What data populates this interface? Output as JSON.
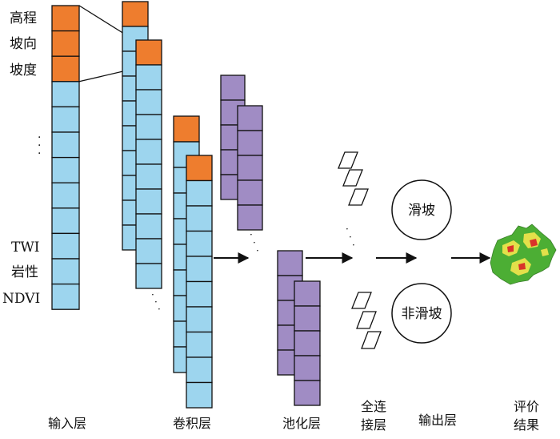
{
  "colors": {
    "input_cell": "#9dd5ee",
    "highlight_cell": "#ee7d2e",
    "pool_cell": "#a08cc4",
    "stroke": "#111111",
    "map_green": "#4cae34",
    "map_yellow": "#e3e04a",
    "map_red": "#d9332a"
  },
  "input_features": {
    "top": [
      "高程",
      "坡向",
      "坡度"
    ],
    "ellipsis": "·\n·\n·",
    "bottom": [
      "TWI",
      "岩性",
      "NDVI"
    ]
  },
  "output_classes": [
    "滑坡",
    "非滑坡"
  ],
  "layer_labels": {
    "input": "输入层",
    "conv": "卷积层",
    "pool": "池化层",
    "fc": [
      "全连",
      "接层"
    ],
    "output": "输出层",
    "result": [
      "评价",
      "结果"
    ]
  },
  "icons": {
    "arrow": "right-arrow-icon",
    "fc_neuron": "parallelogram-icon",
    "result_map": "susceptibility-map-icon"
  }
}
